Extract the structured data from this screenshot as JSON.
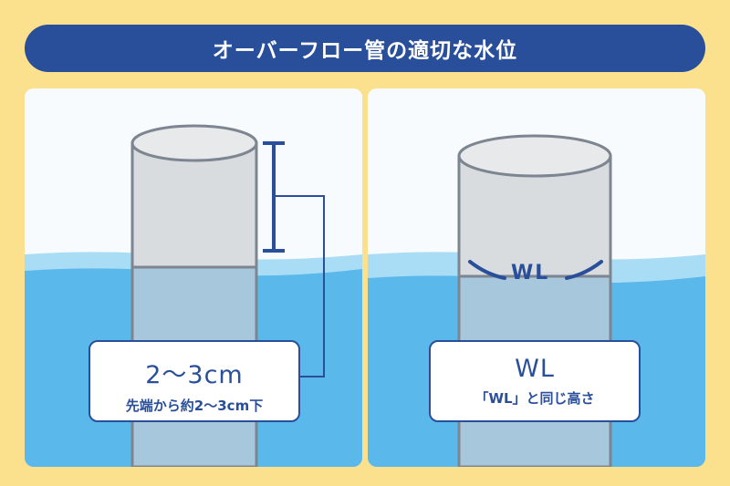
{
  "title": "オーバーフロー管の適切な水位",
  "left_panel": {
    "main_label": "2〜3cm",
    "sub_label": "先端から約2〜3cm下"
  },
  "right_panel": {
    "pipe_mark": "WL",
    "main_label": "WL",
    "sub_label": "「WL」と同じ高さ"
  },
  "colors": {
    "navy": "#2a4f9a",
    "water": "#5bb8ea",
    "water_light": "#a9ddf6",
    "pipe": "#d3d6d9",
    "background": "#fbe08e"
  }
}
